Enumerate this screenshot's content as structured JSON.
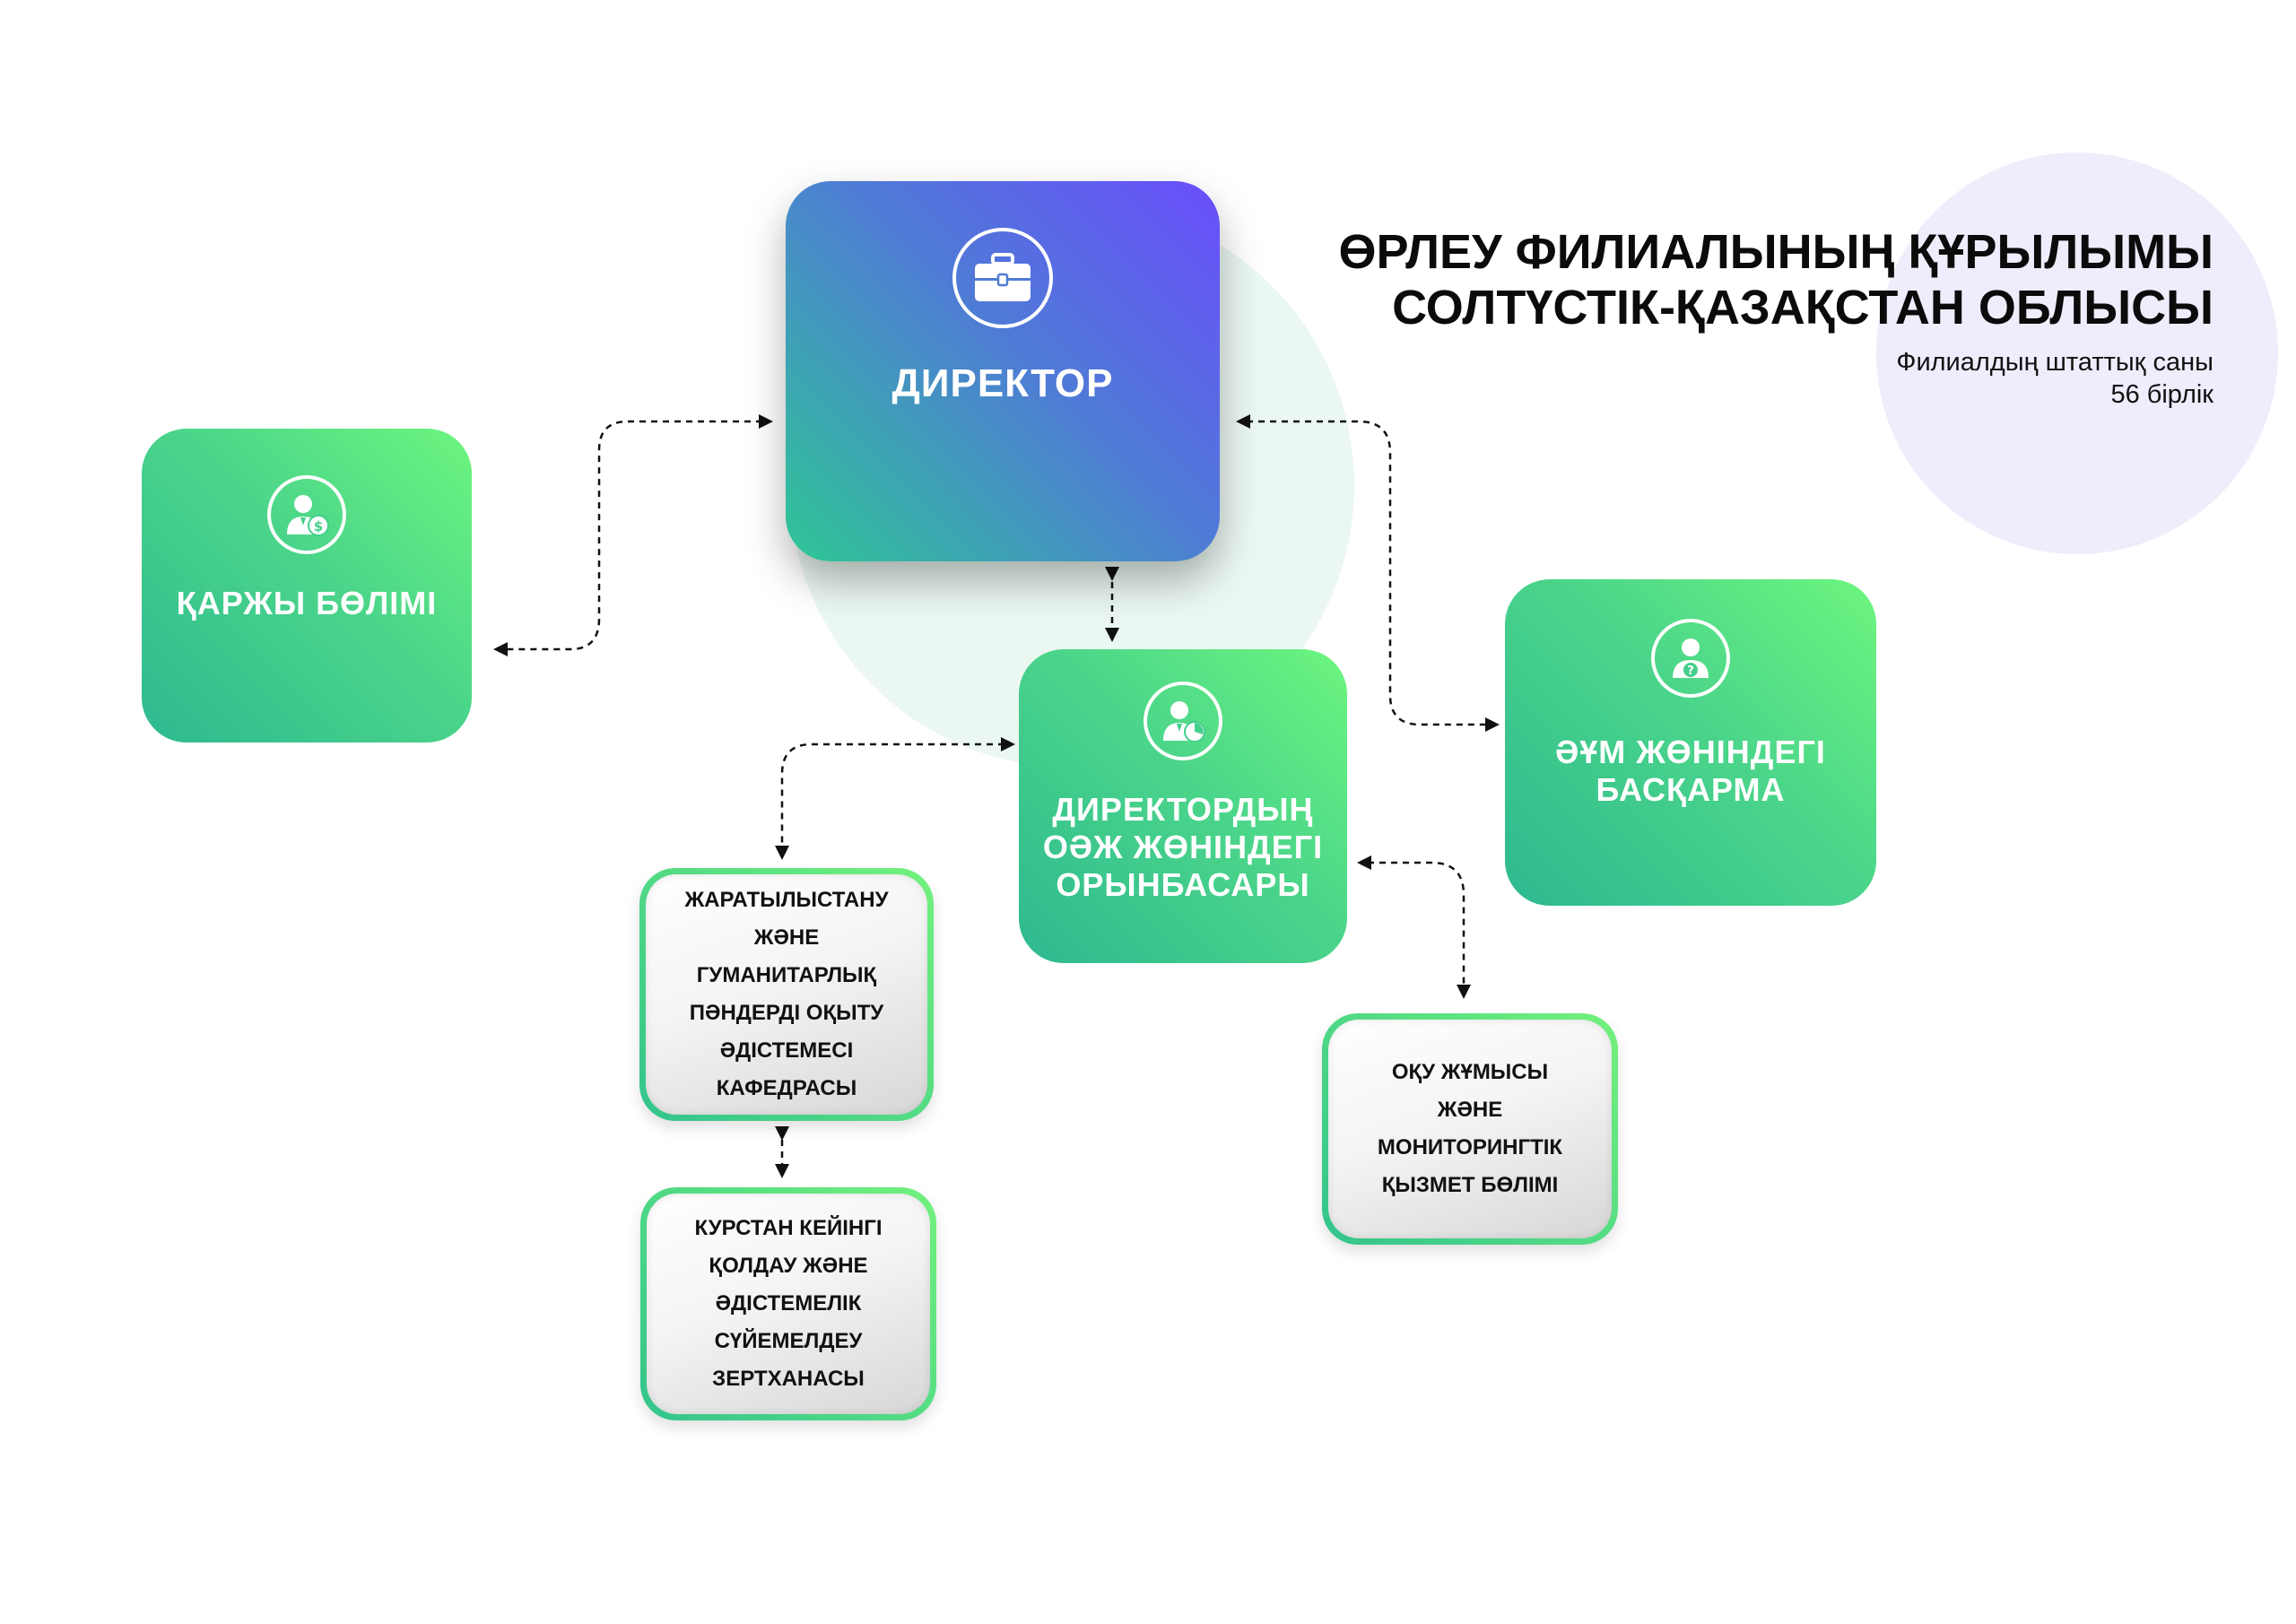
{
  "title": {
    "line1": "ӨРЛЕУ ФИЛИАЛЫНЫҢ ҚҰРЫЛЫМЫ",
    "line2": "СОЛТҮСТІК-ҚАЗАҚСТАН ОБЛЫСЫ"
  },
  "staff": {
    "label": "Филиалдың штаттық саны",
    "count": "56 бірлік"
  },
  "nodes": {
    "director": {
      "label": "ДИРЕКТОР",
      "icon": "briefcase-icon"
    },
    "finance": {
      "label": "ҚАРЖЫ БӨЛІМІ",
      "icon": "finance-person-icon"
    },
    "deputy": {
      "lines": [
        "ДИРЕКТОРДЫҢ",
        "ОӘЖ ЖӨНІНДЕГІ",
        "ОРЫНБАСАРЫ"
      ],
      "icon": "analytics-person-icon"
    },
    "admin": {
      "lines": [
        "ӘҰМ ЖӨНІНДЕГІ",
        "БАСҚАРМА"
      ],
      "icon": "support-person-icon"
    },
    "department": {
      "lines": [
        "ЖАРАТЫЛЫСТАНУ",
        "ЖӘНЕ",
        "ГУМАНИТАРЛЫҚ",
        "ПӘНДЕРДІ ОҚЫТУ",
        "ӘДІСТЕМЕСІ",
        "КАФЕДРАСЫ"
      ]
    },
    "lab": {
      "lines": [
        "КУРСТАН КЕЙІНГІ",
        "ҚОЛДАУ ЖӘНЕ",
        "ӘДІСТЕМЕЛІК",
        "СҮЙЕМЕЛДЕУ",
        "ЗЕРТХАНАСЫ"
      ]
    },
    "monitoring": {
      "lines": [
        "ОҚУ ЖҰМЫСЫ",
        "ЖӘНЕ",
        "МОНИТОРИНГТІК",
        "ҚЫЗМЕТ БӨЛІМІ"
      ]
    }
  },
  "colors": {
    "green_start": "#2db990",
    "green_end": "#6df67e",
    "director_start": "#2ec695",
    "director_end": "#6a4dfc",
    "decor_circle_lavender": "#efecfb",
    "decor_circle_mint": "#ebf7f1",
    "connector": "#111111"
  }
}
